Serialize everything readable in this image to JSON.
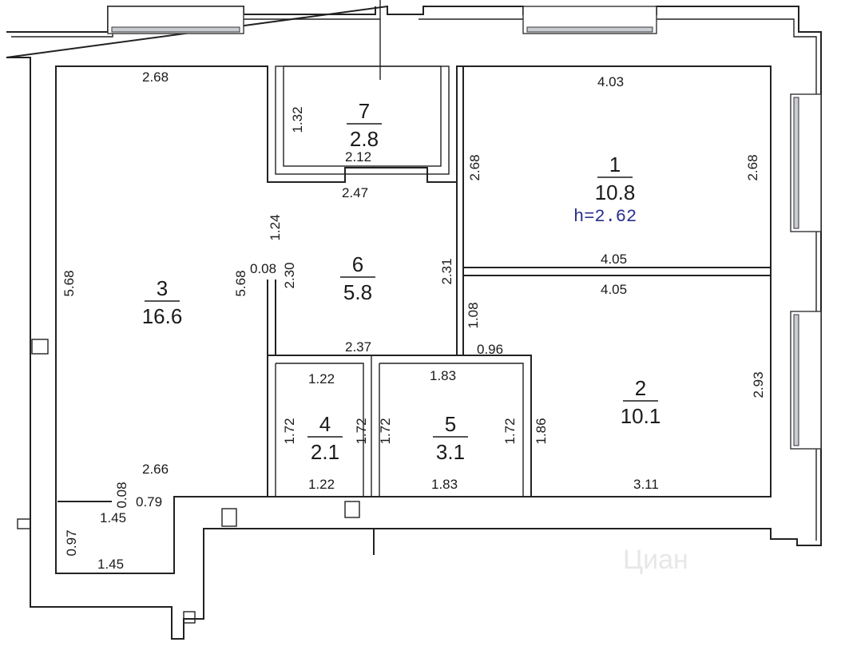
{
  "ceiling_height": "h=2.62",
  "watermark": "Циан",
  "rooms": [
    {
      "number": "1",
      "area": "10.8"
    },
    {
      "number": "2",
      "area": "10.1"
    },
    {
      "number": "3",
      "area": "16.6"
    },
    {
      "number": "4",
      "area": "2.1"
    },
    {
      "number": "5",
      "area": "3.1"
    },
    {
      "number": "6",
      "area": "5.8"
    },
    {
      "number": "7",
      "area": "2.8"
    }
  ],
  "dimensions": [
    "2.68",
    "4.03",
    "1.32",
    "2.12",
    "2.47",
    "2.68",
    "2.68",
    "1.24",
    "0.08",
    "2.30",
    "5.68",
    "5.68",
    "2.31",
    "4.05",
    "4.05",
    "1.08",
    "0.96",
    "2.37",
    "1.22",
    "1.83",
    "2.93",
    "1.72",
    "1.72",
    "1.72",
    "1.72",
    "1.86",
    "2.66",
    "0.08",
    "0.79",
    "1.45",
    "0.97",
    "1.45",
    "1.22",
    "1.83",
    "3.11"
  ]
}
